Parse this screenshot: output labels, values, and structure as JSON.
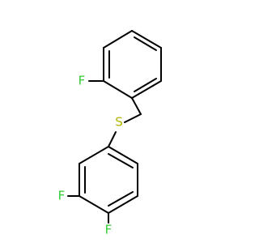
{
  "colors": {
    "background": "#ffffff",
    "bond": "#000000",
    "fluorine": "#33cc33",
    "sulfur": "#b2b200"
  },
  "atoms": {
    "f_top": {
      "label": "F",
      "color": "#33cc33"
    },
    "s": {
      "label": "S",
      "color": "#b2b200"
    },
    "f_meta": {
      "label": "F",
      "color": "#33cc33"
    },
    "f_para": {
      "label": "F",
      "color": "#33cc33"
    }
  }
}
